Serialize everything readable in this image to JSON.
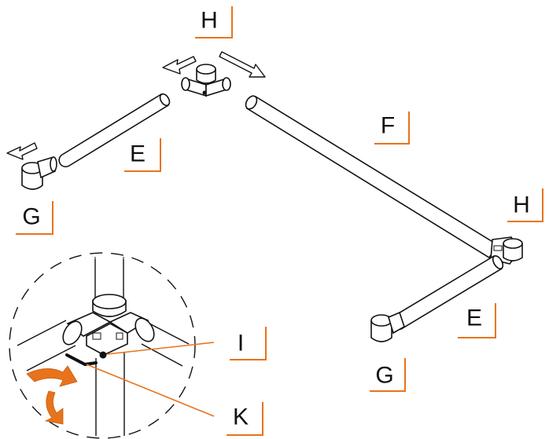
{
  "labels": {
    "h_top": "H",
    "h_right": "H",
    "f": "F",
    "e_left": "E",
    "e_right": "E",
    "g_left": "G",
    "g_right": "G",
    "i": "I",
    "k": "K"
  },
  "colors": {
    "accent": "#E8731C",
    "line": "#111111",
    "background": "#ffffff"
  },
  "icons": [
    "arrow-left-icon",
    "arrow-right-icon",
    "rotate-arrow-icon",
    "hex-key-icon"
  ]
}
